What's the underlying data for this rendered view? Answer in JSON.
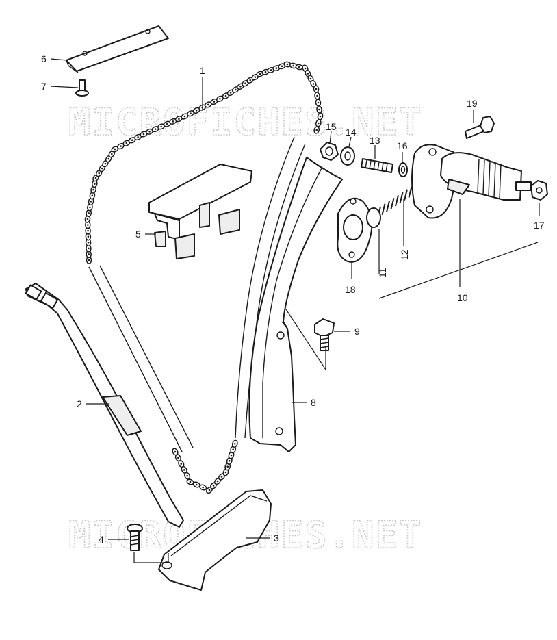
{
  "watermarks": [
    {
      "text": "MICROFICHES.NET"
    },
    {
      "text": "MICROFICHES.NET"
    }
  ],
  "colors": {
    "line": "#1a1a1a",
    "watermark": "#c8c8c8",
    "fill": "#ffffff",
    "shade": "#eeeeee"
  },
  "callouts": [
    {
      "id": "1",
      "label": "1"
    },
    {
      "id": "2",
      "label": "2"
    },
    {
      "id": "3",
      "label": "3"
    },
    {
      "id": "4",
      "label": "4"
    },
    {
      "id": "5",
      "label": "5"
    },
    {
      "id": "6",
      "label": "6"
    },
    {
      "id": "7",
      "label": "7"
    },
    {
      "id": "8",
      "label": "8"
    },
    {
      "id": "9",
      "label": "9"
    },
    {
      "id": "10",
      "label": "10"
    },
    {
      "id": "11",
      "label": "11"
    },
    {
      "id": "12",
      "label": "12"
    },
    {
      "id": "13",
      "label": "13"
    },
    {
      "id": "14",
      "label": "14"
    },
    {
      "id": "15",
      "label": "15"
    },
    {
      "id": "16",
      "label": "16"
    },
    {
      "id": "17",
      "label": "17"
    },
    {
      "id": "18",
      "label": "18"
    },
    {
      "id": "19",
      "label": "19"
    }
  ]
}
